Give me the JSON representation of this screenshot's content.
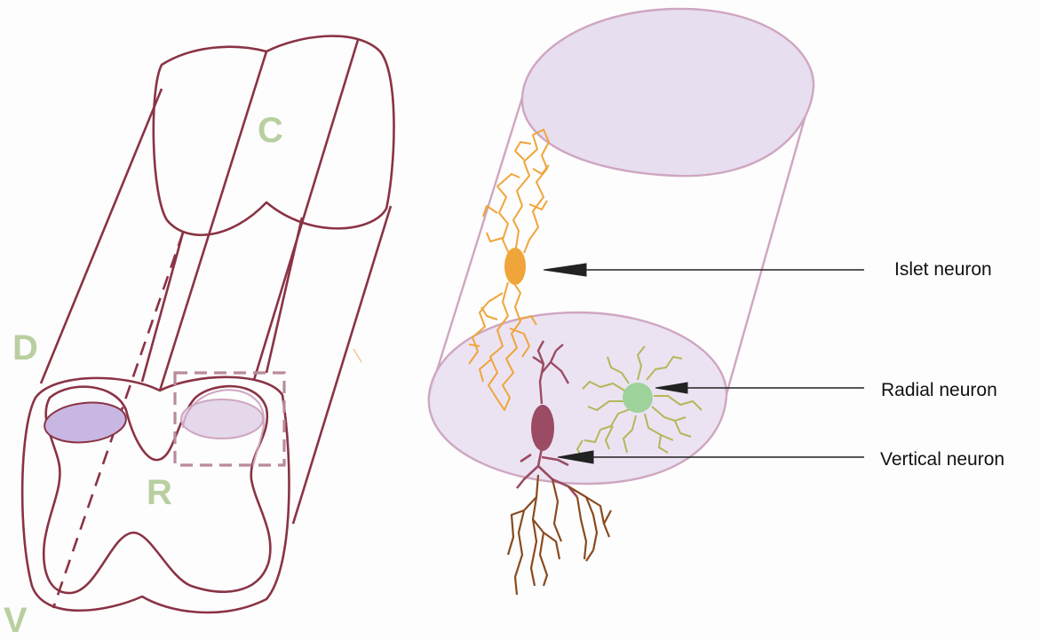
{
  "orientation_labels": {
    "caudal": "C",
    "dorsal": "D",
    "rostral": "R",
    "ventral": "V"
  },
  "callouts": {
    "islet": "Islet neuron",
    "radial": "Radial neuron",
    "vertical": "Vertical neuron"
  },
  "colors": {
    "tube_outline": "#8a3344",
    "label_green": "#b9cfa0",
    "volume_fill": "#e7def0",
    "volume_outline": "#cfa6c0",
    "islet_neuron": "#f0a53a",
    "radial_neuron": "#b6b65a",
    "radial_soma": "#9dd29a",
    "vertical_neuron": "#9b4b63",
    "vertical_axon": "#8a4a1d",
    "arrow": "#222222"
  }
}
